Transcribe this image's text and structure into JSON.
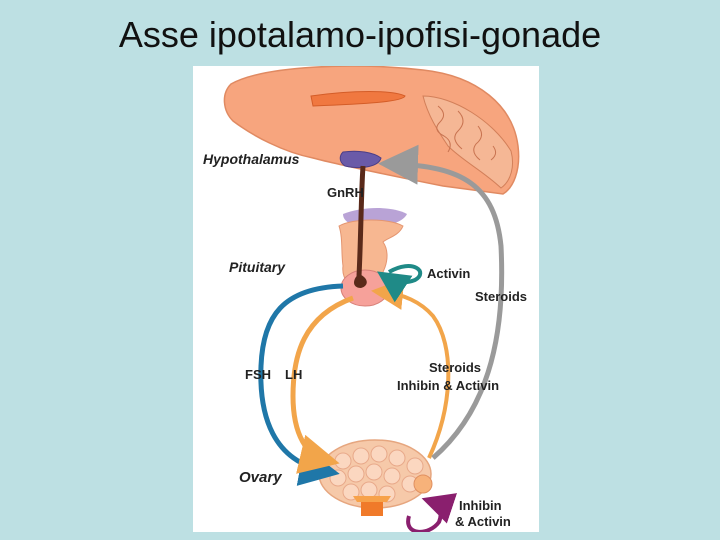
{
  "title": "Asse ipotalamo-ipofisi-gonade",
  "labels": {
    "hypothalamus": "Hypothalamus",
    "gnrh": "GnRH",
    "pituitary": "Pituitary",
    "activin": "Activin",
    "steroids_top": "Steroids",
    "fsh": "FSH",
    "lh": "LH",
    "steroids_mid": "Steroids",
    "inhibin_activin_mid": "Inhibin & Activin",
    "ovary": "Ovary",
    "inhibin_bottom": "Inhibin",
    "activin_bottom": "& Activin"
  },
  "colors": {
    "background": "#bde0e3",
    "fsh_arrow": "#1f77a8",
    "lh_arrow": "#f2a54a",
    "steroid_arrow": "#9a9a9a",
    "activin_arrow": "#1f8a87",
    "inhibin_arrow": "#8a1f6e",
    "brain": "#f7a57e",
    "hypothalamus_nucleus": "#6a5aa8",
    "ovary": "#f6c9a9"
  }
}
